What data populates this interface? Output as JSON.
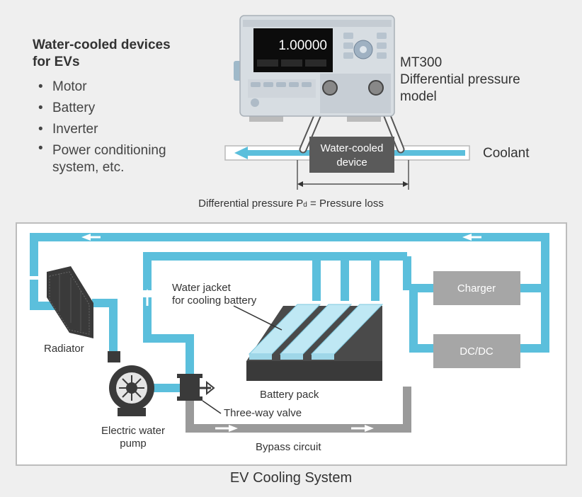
{
  "devices": {
    "title_line1": "Water-cooled devices",
    "title_line2": "for EVs",
    "items": [
      "Motor",
      "Battery",
      "Inverter"
    ],
    "last_item_line1": "Power conditioning",
    "last_item_line2": "system, etc."
  },
  "instrument": {
    "display_value": "1.00000",
    "label_line1": "MT300",
    "label_line2": "Differential pressure",
    "label_line3": "model"
  },
  "pipe": {
    "device_line1": "Water-cooled",
    "device_line2": "device",
    "coolant_label": "Coolant"
  },
  "caption": {
    "prefix": "Differential pressure P",
    "subscript": "d",
    "suffix": " = Pressure loss"
  },
  "cooling_system": {
    "radiator": "Radiator",
    "pump_line1": "Electric water",
    "pump_line2": "pump",
    "jacket_line1": "Water jacket",
    "jacket_line2": "for cooling battery",
    "battery_pack": "Battery pack",
    "three_way_valve": "Three-way valve",
    "bypass": "Bypass circuit",
    "charger": "Charger",
    "dcdc": "DC/DC",
    "title": "EV Cooling System"
  },
  "colors": {
    "coolant": "#5bbfdc",
    "bypass": "#9a9a9a",
    "box": "#a6a6a6"
  }
}
